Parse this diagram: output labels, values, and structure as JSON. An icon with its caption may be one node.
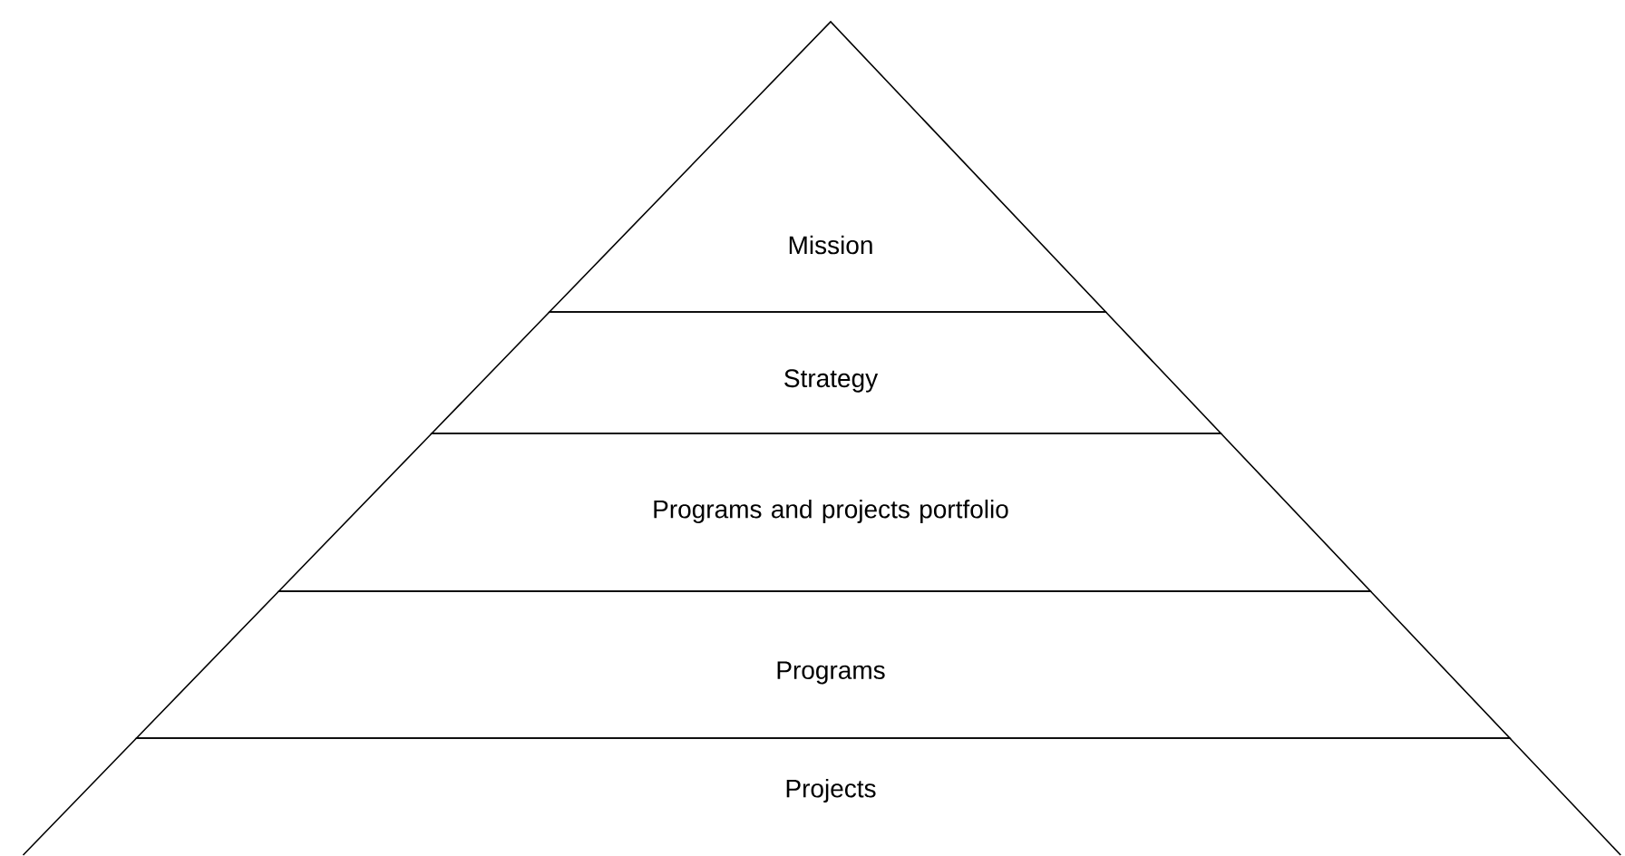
{
  "diagram": {
    "nodes": [
      {
        "text": [
          "Mission"
        ]
      },
      {
        "text": [
          "Strategy"
        ]
      },
      {
        "text": [
          "Programs and projects portfolio"
        ]
      },
      {
        "text": [
          "Programs"
        ]
      },
      {
        "text": [
          "Projects"
        ]
      }
    ]
  }
}
